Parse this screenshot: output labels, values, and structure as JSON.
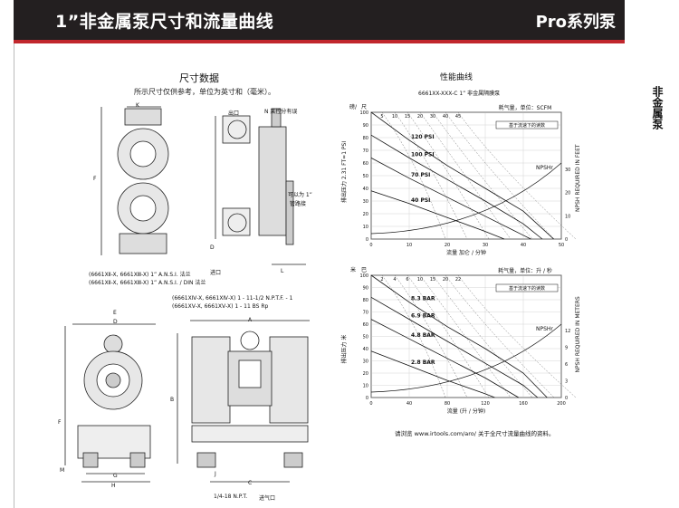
{
  "header": {
    "title": "1”非金属泵尺寸和流量曲线",
    "series": "Pro系列泵"
  },
  "side_tab": "非金属泵",
  "dimensions": {
    "title": "尺寸数据",
    "note": "所示尺寸仅供参考，单位为英寸和（毫米）。",
    "labels": {
      "K": "K",
      "F": "F",
      "L": "L",
      "E": "E",
      "D": "D",
      "G": "G",
      "H": "H",
      "A": "A",
      "B": "B",
      "C": "C",
      "J": "J",
      "M": "M"
    },
    "callouts": {
      "outlet": "出口",
      "n_port": "N 莱控分有误",
      "can_turn": "可以为 1”",
      "turn2": "管路接",
      "inlet": "进口",
      "air_inlet": "进气口",
      "npt_inlet": "1/4-18 N.P.T."
    },
    "model_lines": [
      "(6661XⅡ-X, 6661XⅢ-X) 1” A.N.S.I. 法兰",
      "(6661XⅡ-X, 6661XⅢ-X) 1” A.N.S.I. / DIN 法兰"
    ],
    "thread_lines": [
      "(6661XⅣ-X, 6661XⅣ-X) 1 - 11-1/2 N.P.T.F. - 1",
      "(6661XⅤ-X, 6661XⅤ-X) 1 - 11 BS Rp"
    ]
  },
  "performance": {
    "title": "性能曲线",
    "model": "6661XX-XXX-C 1” 非金属隔膜泵",
    "footer": "请浏览 www.irtools.com/aro/ 关于全尺寸流量曲线的资料。"
  },
  "chart_data": [
    {
      "type": "line",
      "name": "chart_us",
      "ylabel_left": "排出压力 2.31 FT=1 PSI",
      "ylabel_left_unit": "磅/",
      "ylabel_left_unit2": "尺",
      "ylabel_right": "NPSH REQUIRED IN FEET",
      "xlabel": "流量 加仑 / 分钟",
      "air_label": "耗气量，单位：SCFM",
      "legend": "基于流速下的读数",
      "npsh_label": "NPSHr",
      "x": [
        0,
        10,
        20,
        30,
        40,
        50
      ],
      "xlim": [
        0,
        50
      ],
      "ylim": [
        0,
        100
      ],
      "y_ticks": [
        0,
        10,
        20,
        30,
        40,
        50,
        60,
        70,
        80,
        90,
        100
      ],
      "y2_ticks": [
        0,
        10,
        20,
        30
      ],
      "air_ticks": [
        "5",
        "10",
        "15",
        "20",
        "30",
        "40",
        "45"
      ],
      "series": [
        {
          "name": "120 PSI",
          "points": [
            [
              0,
              100
            ],
            [
              10,
              78
            ],
            [
              20,
              58
            ],
            [
              30,
              40
            ],
            [
              40,
              22
            ],
            [
              48,
              0
            ]
          ]
        },
        {
          "name": "100 PSI",
          "points": [
            [
              0,
              82
            ],
            [
              10,
              64
            ],
            [
              20,
              47
            ],
            [
              30,
              30
            ],
            [
              40,
              12
            ],
            [
              45,
              0
            ]
          ]
        },
        {
          "name": "70 PSI",
          "points": [
            [
              0,
              64
            ],
            [
              10,
              48
            ],
            [
              20,
              33
            ],
            [
              30,
              18
            ],
            [
              40,
              3
            ],
            [
              42,
              0
            ]
          ]
        },
        {
          "name": "40 PSI",
          "points": [
            [
              0,
              38
            ],
            [
              10,
              28
            ],
            [
              20,
              17
            ],
            [
              30,
              6
            ],
            [
              35,
              0
            ]
          ]
        }
      ]
    },
    {
      "type": "line",
      "name": "chart_metric",
      "ylabel_left": "排出压力 米",
      "ylabel_left_unit": "米",
      "ylabel_left_unit2": "巴",
      "ylabel_right": "NPSH REQUIRED IN METERS",
      "xlabel": "流量 (升 / 分钟)",
      "air_label": "耗气量，单位：升 / 秒",
      "legend": "基于流速下的读数",
      "npsh_label": "NPSHr",
      "x": [
        0,
        40,
        80,
        120,
        160,
        200
      ],
      "xlim": [
        0,
        200
      ],
      "ylim": [
        0,
        100
      ],
      "y_ticks": [
        0,
        10,
        20,
        30,
        40,
        50,
        60,
        70,
        80,
        90,
        100
      ],
      "y2_ticks": [
        0,
        3,
        6,
        9,
        12
      ],
      "air_ticks": [
        "2",
        "4",
        "6",
        "10",
        "15",
        "20",
        "22"
      ],
      "series": [
        {
          "name": "8.3 BAR",
          "points": [
            [
              0,
              100
            ],
            [
              40,
              78
            ],
            [
              80,
              58
            ],
            [
              120,
              40
            ],
            [
              160,
              20
            ],
            [
              185,
              0
            ]
          ]
        },
        {
          "name": "6.9 BAR",
          "points": [
            [
              0,
              82
            ],
            [
              40,
              64
            ],
            [
              80,
              46
            ],
            [
              120,
              28
            ],
            [
              160,
              10
            ],
            [
              175,
              0
            ]
          ]
        },
        {
          "name": "4.8 BAR",
          "points": [
            [
              0,
              64
            ],
            [
              40,
              48
            ],
            [
              80,
              32
            ],
            [
              120,
              16
            ],
            [
              155,
              0
            ]
          ]
        },
        {
          "name": "2.8 BAR",
          "points": [
            [
              0,
              38
            ],
            [
              40,
              26
            ],
            [
              80,
              14
            ],
            [
              120,
              3
            ],
            [
              130,
              0
            ]
          ]
        }
      ]
    }
  ]
}
